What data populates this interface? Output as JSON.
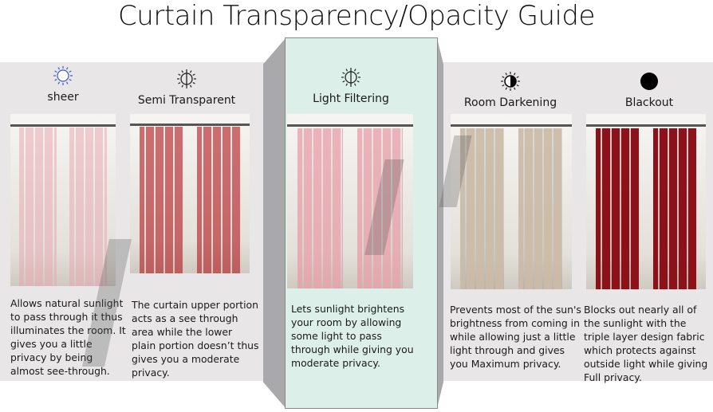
{
  "title": "Curtain Transparency/Opacity Guide",
  "types": [
    {
      "label": "sheer",
      "icon": "sun-outline-icon",
      "description": "Allows natural sunlight to pass through it thus illuminates the room. It gives you a little privacy by being almost see-through.",
      "curtain_color": "#e9a3ad",
      "opacity": 0.1
    },
    {
      "label": "Semi Transparent",
      "icon": "half-sun-outline-icon",
      "description": "The curtain upper portion acts as a see through area while the lower plain portion doesn’t thus gives you a moderate privacy.",
      "curtain_color": "#b3191f",
      "opacity": 0.3
    },
    {
      "label": "Light Filtering",
      "icon": "half-sun-icon",
      "description": "Lets sunlight brightens your room by allowing some light to pass through while giving you moderate privacy.",
      "curtain_color": "#e89aa5",
      "opacity": 0.5
    },
    {
      "label": "Room Darkening",
      "icon": "half-filled-sun-icon",
      "description": "Prevents most of the sun's brightness from coming in while allowing just a little light through and gives you Maximum privacy.",
      "curtain_color": "#c9b8a4",
      "opacity": 0.8
    },
    {
      "label": "Blackout",
      "icon": "filled-circle-icon",
      "description": "Blocks out nearly all of the sunlight with the triple layer design fabric which protects against outside light while giving Full privacy.",
      "curtain_color": "#8e1018",
      "opacity": 1.0
    }
  ]
}
